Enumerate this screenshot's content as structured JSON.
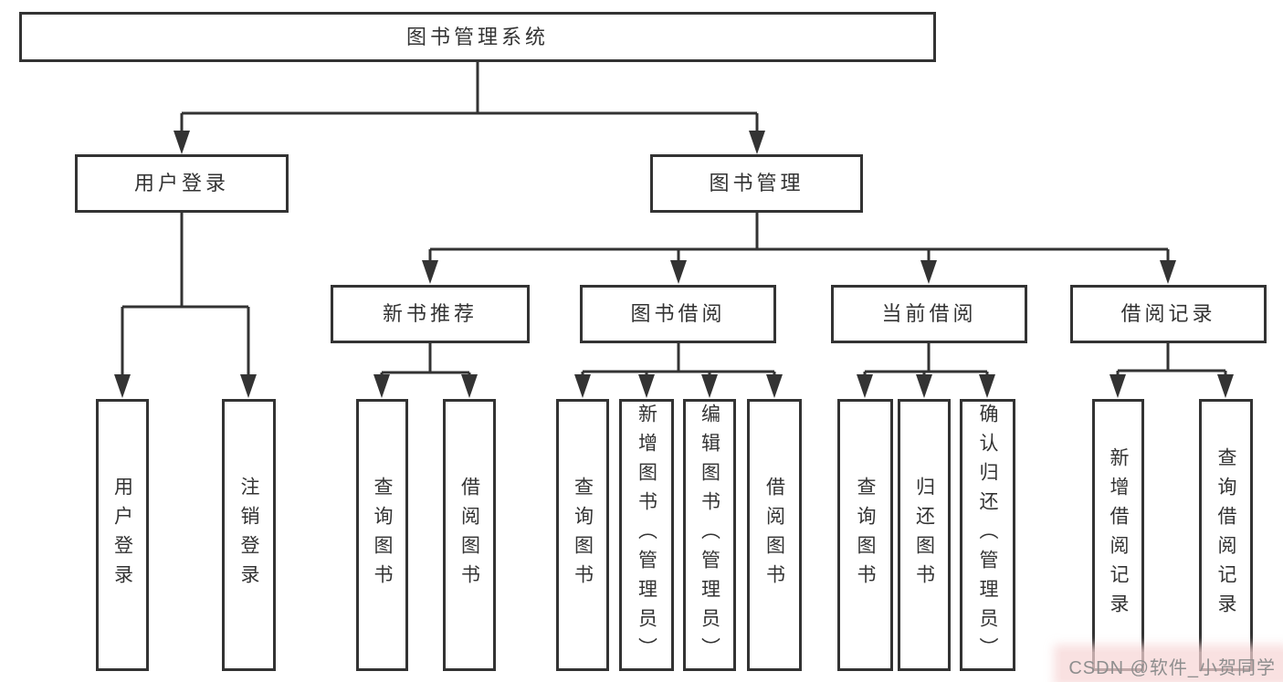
{
  "diagram": {
    "root": {
      "label": "图书管理系统"
    },
    "branches": [
      {
        "label": "用户登录",
        "children": [
          {
            "label": "用户登录"
          },
          {
            "label": "注销登录"
          }
        ]
      },
      {
        "label": "图书管理",
        "children": [
          {
            "label": "新书推荐",
            "children": [
              {
                "label": "查询图书"
              },
              {
                "label": "借阅图书"
              }
            ]
          },
          {
            "label": "图书借阅",
            "children": [
              {
                "label": "查询图书"
              },
              {
                "label": "新增图书（管理员）"
              },
              {
                "label": "编辑图书（管理员）"
              },
              {
                "label": "借阅图书"
              }
            ]
          },
          {
            "label": "当前借阅",
            "children": [
              {
                "label": "查询图书"
              },
              {
                "label": "归还图书"
              },
              {
                "label": "确认归还（管理员）"
              }
            ]
          },
          {
            "label": "借阅记录",
            "children": [
              {
                "label": "新增借阅记录"
              },
              {
                "label": "查询借阅记录"
              }
            ]
          }
        ]
      }
    ]
  },
  "watermark": {
    "text": "CSDN @软件_小贺同学"
  },
  "colors": {
    "line": "#333333",
    "box_border": "#333333",
    "box_background": "#ffffff",
    "text": "#333333",
    "watermark_text": "#8e8e8e",
    "watermark_glow": "#f6d6d6"
  }
}
